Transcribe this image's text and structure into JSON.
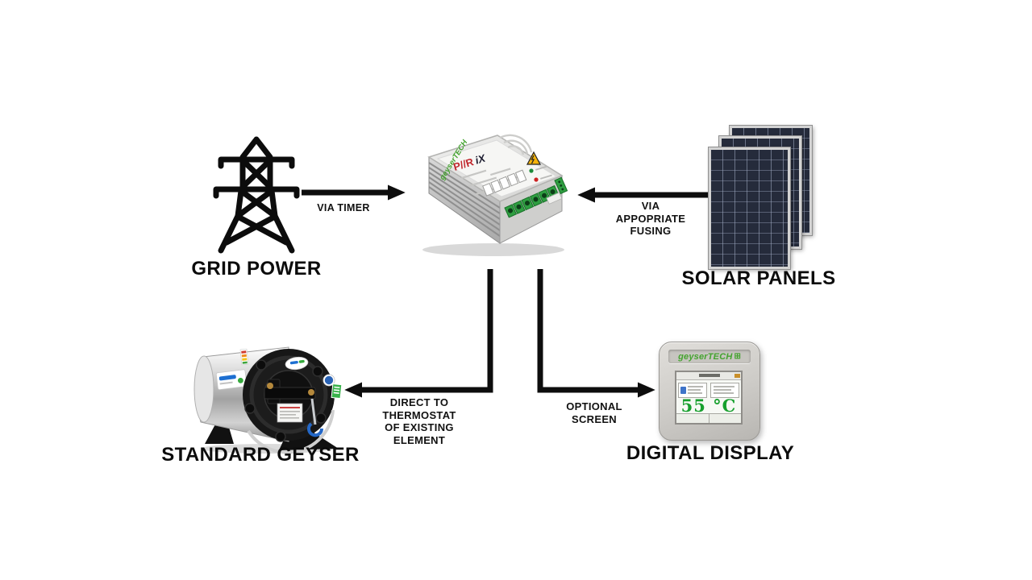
{
  "title": "Solar geyser retrofit system diagram",
  "colors": {
    "background": "#ffffff",
    "arrow_black": "#0d0d0d",
    "brand_green": "#44a32f",
    "lcd_green": "#17a02e",
    "panel_navy": "#252b3b",
    "warning_yellow": "#f6b40a",
    "logo_red": "#c0272d"
  },
  "nodes": {
    "grid_power": {
      "label": "GRID POWER"
    },
    "controller": {
      "brand": "geyserTECH",
      "model_pvr": "P//R",
      "model_ix": "iX"
    },
    "solar_panels": {
      "label": "SOLAR PANELS",
      "count": 3
    },
    "geyser": {
      "label": "STANDARD GEYSER"
    },
    "display": {
      "label": "DIGITAL DISPLAY",
      "brand": "geyserTECH",
      "reading": "55 °C"
    }
  },
  "connections": {
    "grid_to_controller": {
      "label": "VIA TIMER"
    },
    "solar_to_controller": {
      "label": "VIA\nAPPOPRIATE\nFUSING"
    },
    "controller_to_geyser": {
      "label": "DIRECT TO\nTHERMOSTAT\nOF EXISTING\nELEMENT"
    },
    "controller_to_display": {
      "label": "OPTIONAL\nSCREEN"
    }
  },
  "icons": {
    "geysertech_logo": "⊞"
  }
}
